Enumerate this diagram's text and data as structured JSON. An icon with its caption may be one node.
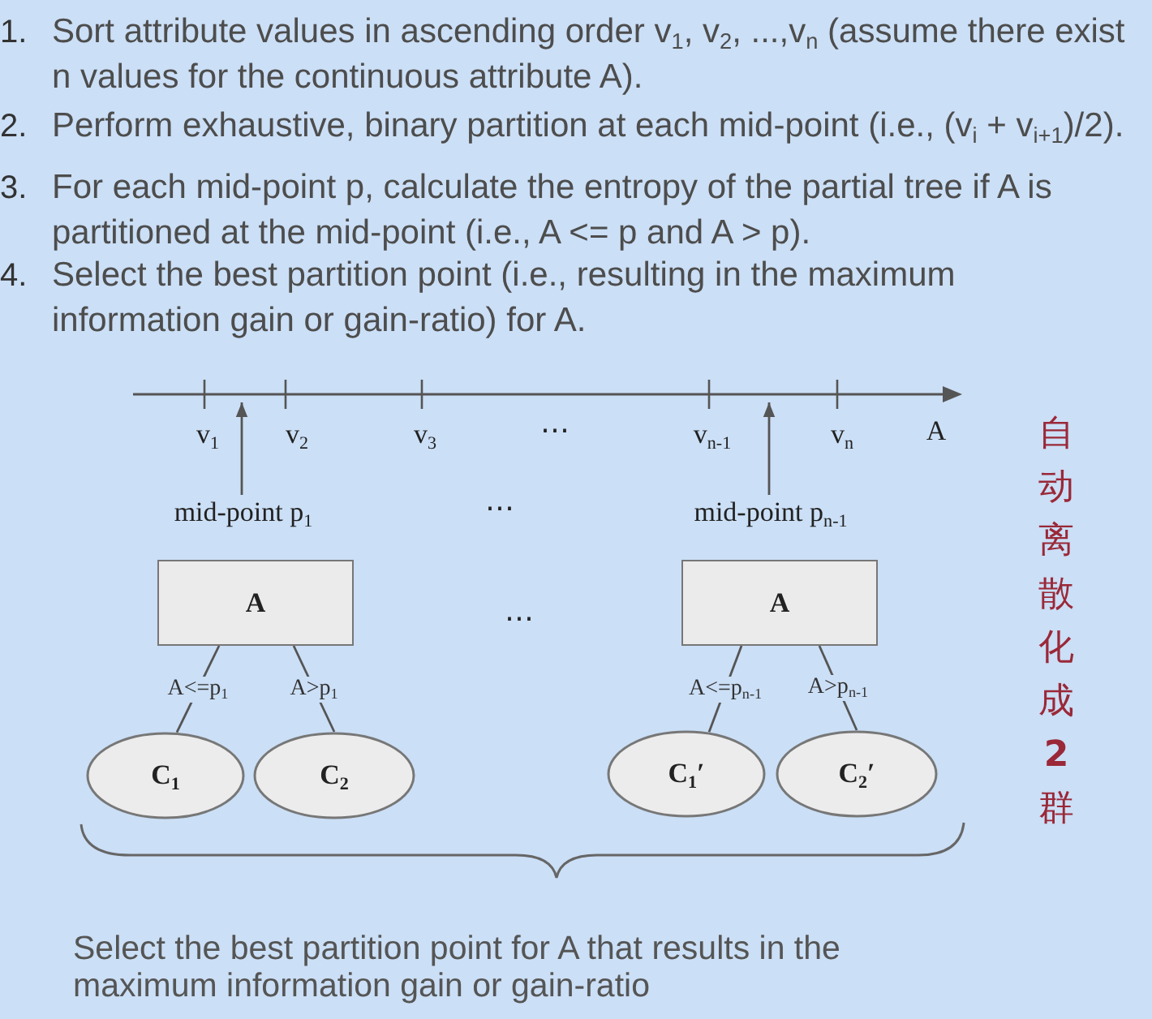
{
  "diagram": {
    "nodes": [
      {
        "text": [
          "mid-point p$_{1}$"
        ]
      },
      {
        "text": [
          "mid-point p$_{n-1}$"
        ]
      },
      {
        "text": [
          "A"
        ]
      },
      {
        "text": [
          "A"
        ]
      },
      {
        "text": [
          "C$_{1}$"
        ]
      },
      {
        "text": [
          "C$_{2}$"
        ]
      },
      {
        "text": [
          "C$_{1}$′"
        ]
      },
      {
        "text": [
          "C$_{2}$′"
        ]
      }
    ],
    "edges": [
      {
        "from": 0,
        "to": null,
        "arrow": "to"
      },
      {
        "from": 1,
        "to": null,
        "arrow": "to"
      },
      {
        "from": 2,
        "to": 4,
        "arrow": "none",
        "label": "A<=p$_{1}$"
      },
      {
        "from": 2,
        "to": 5,
        "arrow": "none",
        "label": "A>p$_{1}$"
      },
      {
        "from": 3,
        "to": 6,
        "arrow": "none",
        "label": "A<=p$_{n-1}$"
      },
      {
        "from": 3,
        "to": 7,
        "arrow": "none",
        "label": "A>p$_{n-1}$"
      }
    ],
    "labels": [
      "1.",
      "Sort attribute values in ascending order v$_{1}$, v$_{2}$, ...,v$_{n}$ (assume there exist n values for the continuous attribute A).",
      "2.",
      "Perform exhaustive, binary partition at each mid-point (i.e., (v$_{i}$ + v$_{i+1}$)/2).",
      "3.",
      "For each mid-point p, calculate the entropy of the partial tree if A is partitioned at the mid-point (i.e., A <= p and A > p).",
      "4.",
      "Select the best partition point (i.e., resulting in the maximum information gain or gain-ratio) for A.",
      "v$_{1}$",
      "v$_{2}$",
      "v$_{3}$",
      "⋯",
      "v$_{n-1}$",
      "v$_{n}$",
      "A",
      "⋯",
      "⋯",
      "自动离散化成**2**群",
      "Select the best partition point for A that results in the maximum information gain or gain-ratio"
    ]
  }
}
